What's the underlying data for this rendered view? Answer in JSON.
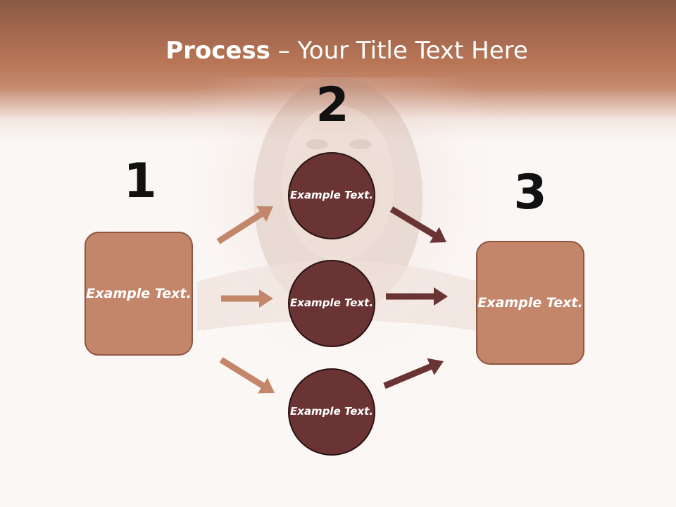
{
  "title": {
    "bold": "Process",
    "rest": " – Your Title Text Here"
  },
  "steps": [
    {
      "number": "1",
      "text": "Example Text."
    },
    {
      "number": "2",
      "text": "Example Text."
    },
    {
      "number": "3",
      "text": "Example Text."
    }
  ],
  "circles": [
    {
      "text": "Example Text."
    },
    {
      "text": "Example Text."
    },
    {
      "text": "Example Text."
    }
  ],
  "colors": {
    "header": "#b97657",
    "box_fill": "#c4866a",
    "circle_fill": "#6b3434",
    "arrow_light": "#c4866a",
    "arrow_dark": "#6b3434"
  }
}
